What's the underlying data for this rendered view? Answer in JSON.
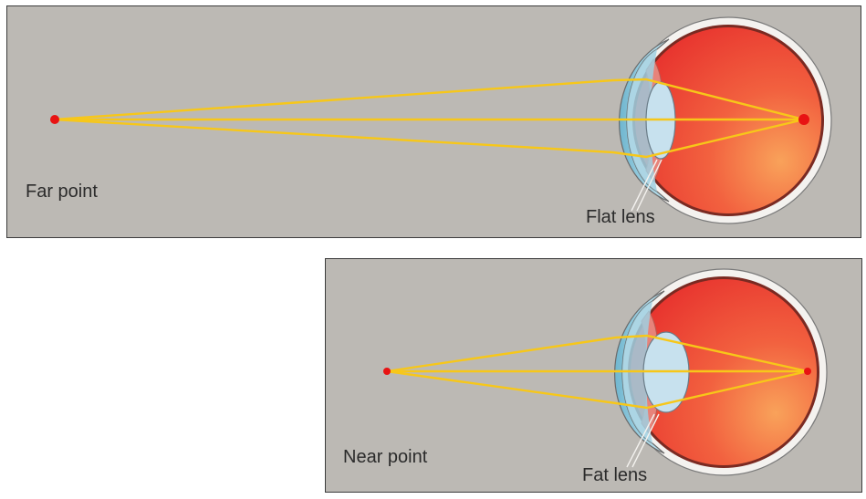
{
  "far_panel": {
    "caption": "Far point",
    "lens_label": "Flat lens"
  },
  "near_panel": {
    "caption": "Near point",
    "lens_label": "Fat lens"
  },
  "colors": {
    "background": "#bcb9b4",
    "ray": "#f7c719",
    "point": "#e81313",
    "eyeball": "#ef4a3c",
    "sclera": "#f4f2ef",
    "cornea": "#a9d6e4",
    "lens": "#c7e1ee"
  }
}
